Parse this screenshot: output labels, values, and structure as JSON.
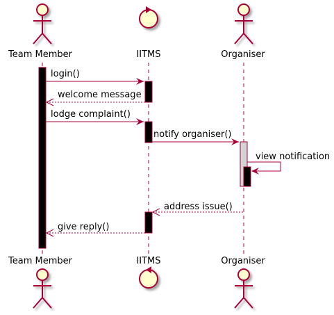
{
  "participants": {
    "team_member": "Team Member",
    "iitms": "IITMS",
    "organiser": "Organiser"
  },
  "messages": {
    "login": "login()",
    "welcome": "welcome message",
    "lodge": "lodge complaint()",
    "notify": "notify organiser()",
    "view": "view notification",
    "address": "address issue()",
    "reply": "give reply()"
  },
  "colors": {
    "actor_fill": "#FEFECE",
    "line": "#A80036",
    "activation_dark": "#000000",
    "activation_light": "#D3D3D3"
  }
}
